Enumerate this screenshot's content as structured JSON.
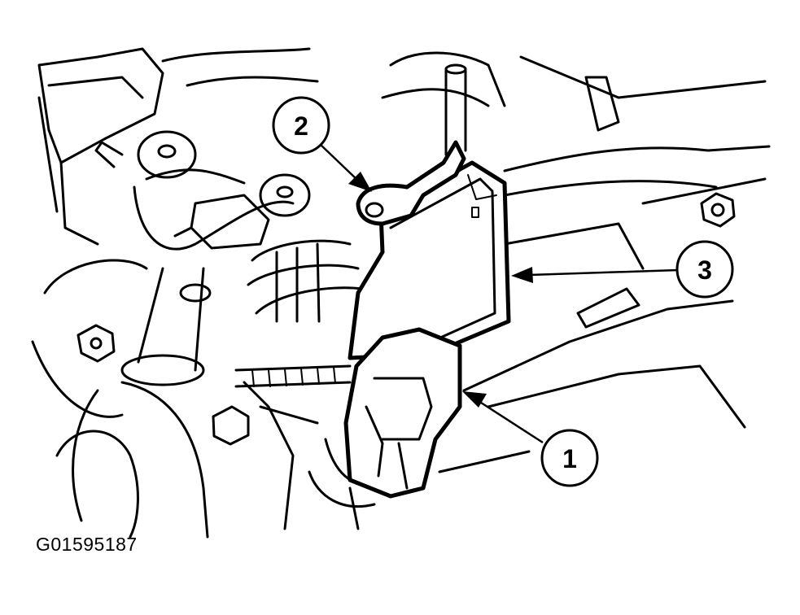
{
  "figure_id": "G01595187",
  "callouts": [
    {
      "label": "1"
    },
    {
      "label": "2"
    },
    {
      "label": "3"
    }
  ]
}
